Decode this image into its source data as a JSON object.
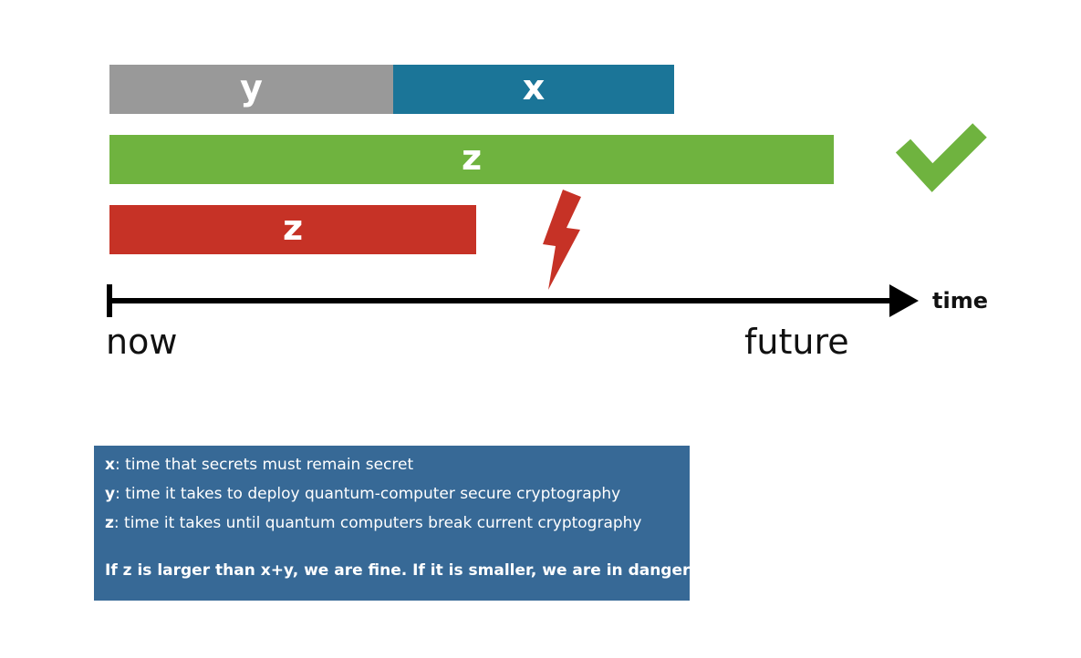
{
  "colors": {
    "gray": "#999999",
    "blue": "#1b7598",
    "green": "#6fb33f",
    "red": "#c63226",
    "legend_bg": "#376996",
    "axis": "#000000"
  },
  "bars": {
    "y": "y",
    "x": "x",
    "z_long": "z",
    "z_short": "z"
  },
  "axis": {
    "start": "now",
    "end": "future",
    "unit": "time"
  },
  "icons": {
    "success": "checkmark-icon",
    "danger": "lightning-bolt-icon"
  },
  "legend": {
    "items": [
      {
        "key": "x",
        "description": ": time that secrets must remain secret"
      },
      {
        "key": "y",
        "description": ": time it takes to deploy quantum-computer secure cryptography"
      },
      {
        "key": "z",
        "description": ": time it takes until quantum computers break current cryptography"
      }
    ],
    "conclusion": "If z is larger than x+y, we are fine. If it is smaller, we are in danger!"
  }
}
